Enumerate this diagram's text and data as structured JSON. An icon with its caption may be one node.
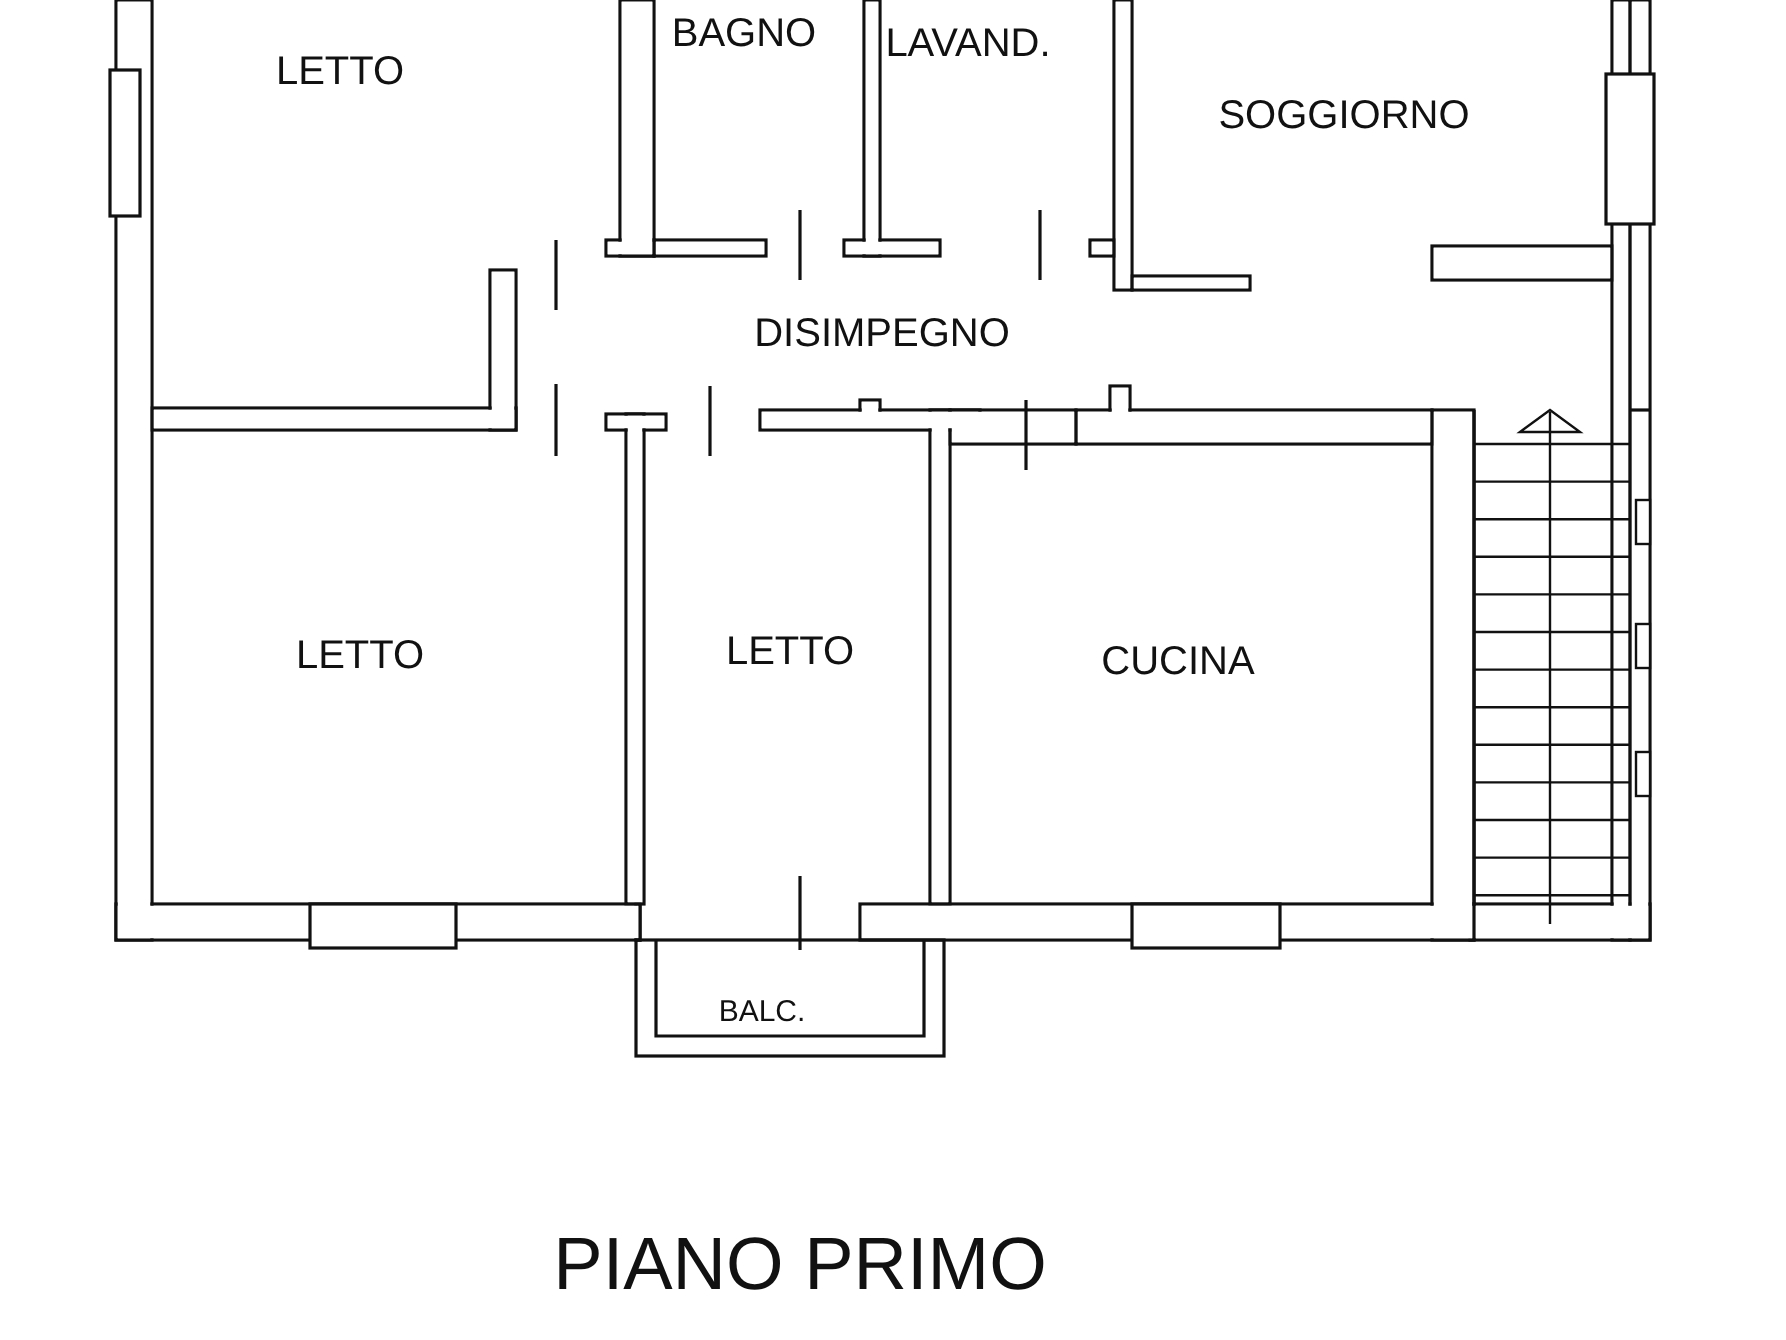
{
  "diagram": {
    "title": "PIANO PRIMO",
    "labels": [
      "LETTO",
      "BAGNO",
      "LAVAND.",
      "SOGGIORNO",
      "DISIMPEGNO",
      "LETTO",
      "LETTO",
      "CUCINA",
      "BALC."
    ]
  }
}
